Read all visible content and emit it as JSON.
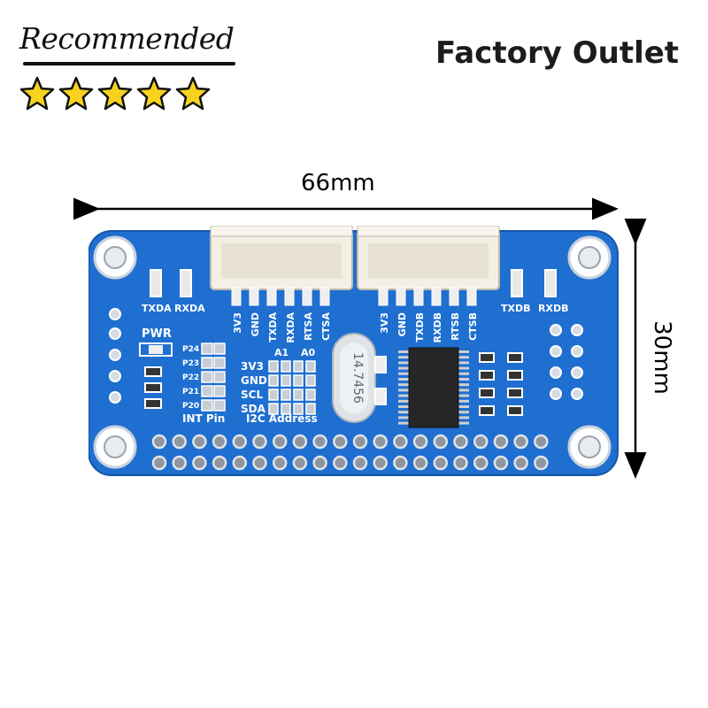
{
  "badge": {
    "text": "Recommended",
    "stars": 5,
    "star_color": "#f7d21e"
  },
  "store": {
    "name": "Factory Outlet"
  },
  "dimensions": {
    "width": "66mm",
    "height": "30mm"
  },
  "board": {
    "color": "#1f6fd1",
    "led_labels_left": [
      "TXDA",
      "RXDA"
    ],
    "led_labels_right": [
      "TXDB",
      "RXDB"
    ],
    "pwr_label": "PWR",
    "connector_a_pins": [
      "3V3",
      "GND",
      "TXDA",
      "RXDA",
      "RTSA",
      "CTSA"
    ],
    "connector_b_pins": [
      "3V3",
      "GND",
      "TXDB",
      "RXDB",
      "RTSB",
      "CTSB"
    ],
    "int_pins": [
      "P24",
      "P23",
      "P22",
      "P21",
      "P20"
    ],
    "int_label": "INT Pin",
    "i2c_rows": [
      "3V3",
      "GND",
      "SCL",
      "SDA"
    ],
    "i2c_cols": [
      "A1",
      "A0"
    ],
    "i2c_label": "I2C Address",
    "crystal_text": "14.7456"
  }
}
